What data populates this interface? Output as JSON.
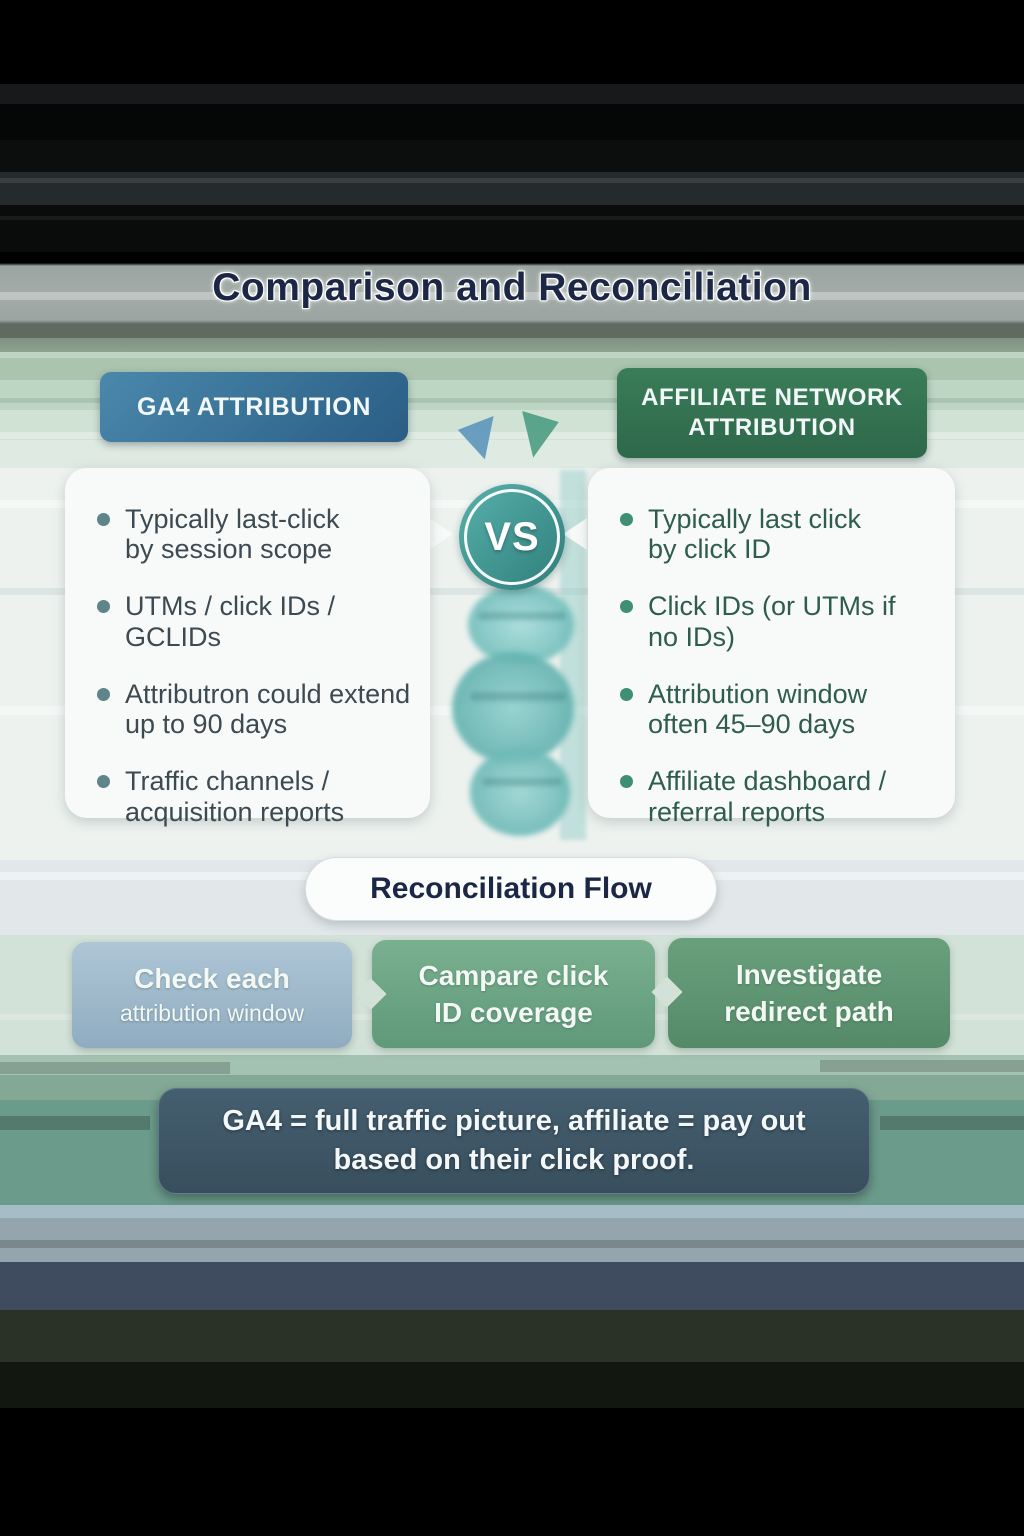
{
  "title": "Comparison and Reconciliation",
  "comparison": {
    "left": {
      "header": "GA4 ATTRIBUTION",
      "bullets": [
        {
          "line1": "Typically last-click",
          "line2": "by session scope"
        },
        {
          "line1": "UTMs / click IDs /",
          "line2": "GCLIDs"
        },
        {
          "line1": "Attributron could extend",
          "line2": "up to 90 days"
        },
        {
          "line1": "Traffic channels /",
          "line2": "acquisition reports"
        }
      ]
    },
    "vs_label": "VS",
    "right": {
      "header_line1": "AFFILIATE NETWORK",
      "header_line2": "ATTRIBUTION",
      "bullets": [
        {
          "line1": "Typically last click",
          "line2": "by click ID"
        },
        {
          "line1": "Click IDs (or UTMs if",
          "line2": "no IDs)"
        },
        {
          "line1": "Attribution window",
          "line2": "often 45–90 days"
        },
        {
          "line1": "Affiliate dashboard /",
          "line2": "referral reports"
        }
      ]
    }
  },
  "flow": {
    "title": "Reconciliation Flow",
    "steps": [
      {
        "line1": "Check each",
        "line2": "attribution window"
      },
      {
        "line1": "Campare click",
        "line2": "ID coverage"
      },
      {
        "line1": "Investigate",
        "line2": "redirect path"
      }
    ]
  },
  "summary": {
    "line1": "GA4 = full traffic picture, affiliate = pay out",
    "line2": "based on their click proof."
  },
  "colors": {
    "title_text": "#1c2746",
    "ga4_header": "#35719a",
    "affiliate_header": "#33724f",
    "vs_badge": "#3f948f",
    "left_bullet_dot": "#5f8489",
    "right_bullet_dot": "#3f8f74",
    "step1_bg": "#9db9cb",
    "step2_bg": "#6ca485",
    "step3_bg": "#5f9572",
    "summary_bg": "#3f5768"
  }
}
